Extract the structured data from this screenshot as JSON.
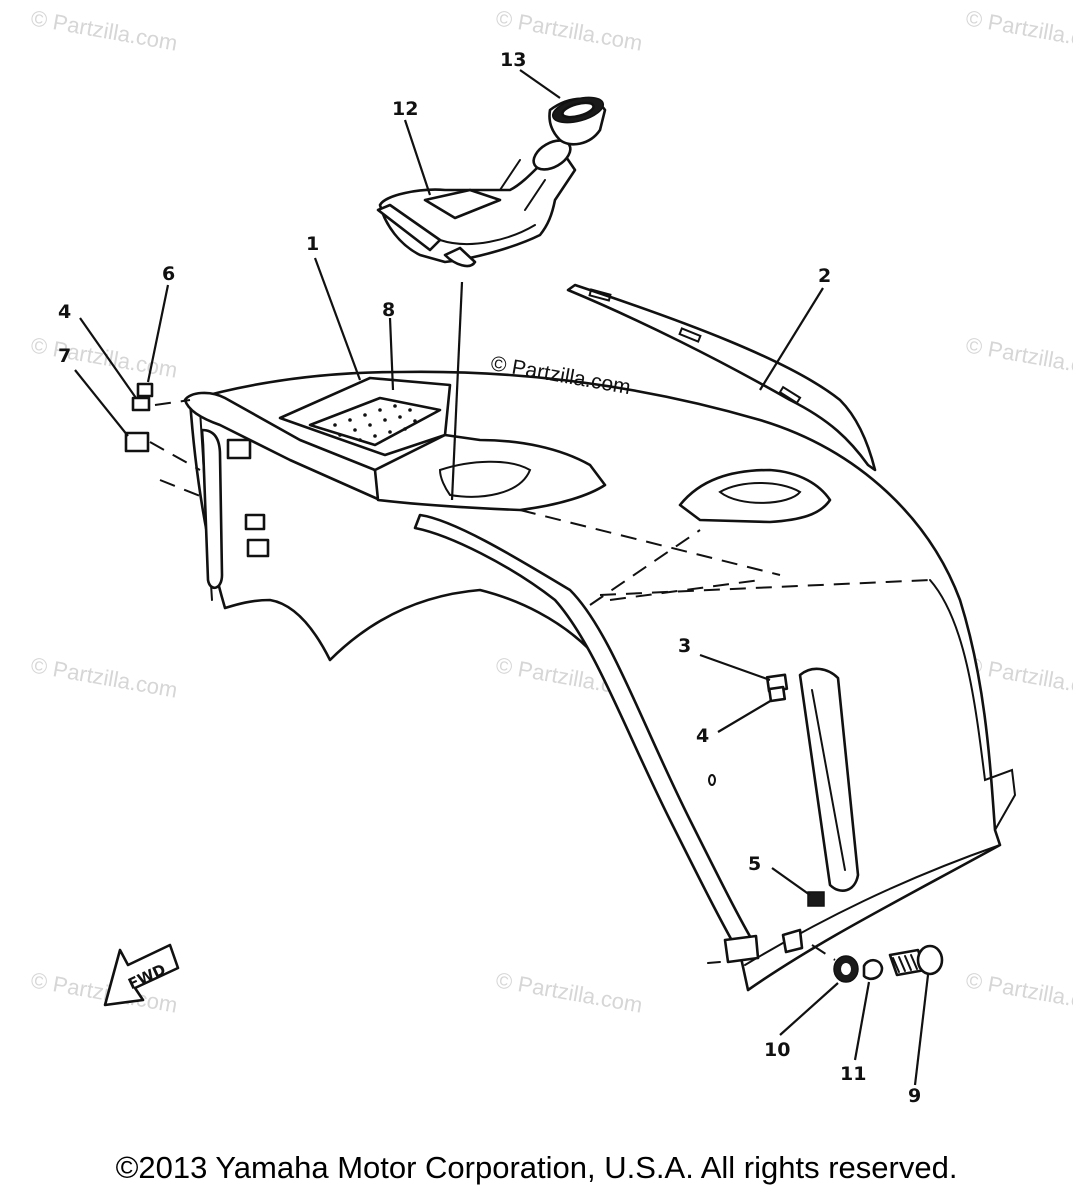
{
  "watermark": "© Partzilla.com",
  "callouts": {
    "c1": "1",
    "c2": "2",
    "c3": "3",
    "c4a": "4",
    "c4b": "4",
    "c5": "5",
    "c6": "6",
    "c7": "7",
    "c8": "8",
    "c9": "9",
    "c10": "10",
    "c11": "11",
    "c12": "12",
    "c13": "13"
  },
  "fwd_label": "FWD",
  "copyright": "©2013 Yamaha Motor Corporation, U.S.A. All rights reserved."
}
